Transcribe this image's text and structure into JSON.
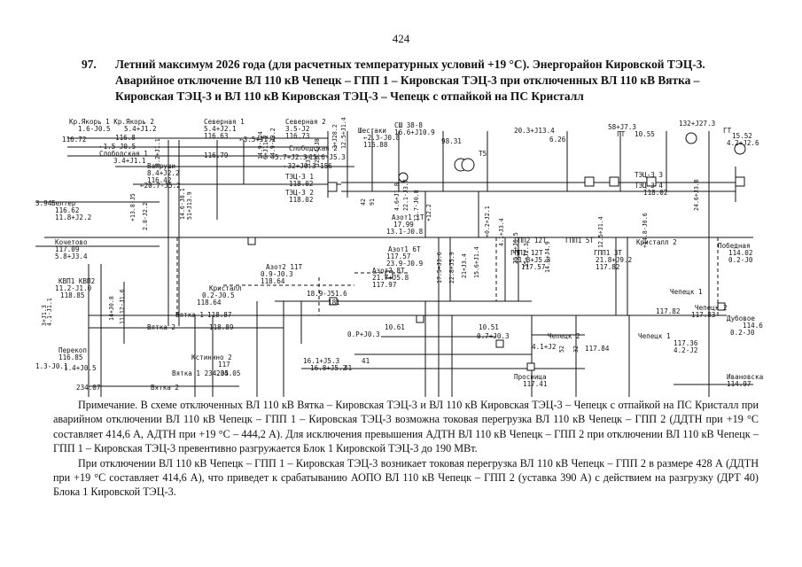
{
  "page_number": "424",
  "heading": {
    "number": "97.",
    "text": "Летний максимум 2026 года (для расчетных температурных условий +19 °С). Энергорайон Кировской ТЭЦ-3. Аварийное отключение ВЛ 110 кВ Чепецк – ГПП 1 – Кировская ТЭЦ-3 при отключенных ВЛ 110 кВ Вятка – Кировская ТЭЦ-3 и ВЛ 110 кВ Кировская ТЭЦ-3 – Чепецк с отпайкой на ПС Кристалл"
  },
  "scheme": {
    "node_labels": [
      {
        "id": "kr-yakor",
        "text": "Кр.Якорь 1 Кр.Якорь 2"
      },
      {
        "id": "kr-yakor-a",
        "text": "1.6-J0.5"
      },
      {
        "id": "kr-yakor-b",
        "text": "5.4+J1.2"
      },
      {
        "id": "kr-yakor-v",
        "text": "116.72"
      },
      {
        "id": "kr-yakor-g",
        "text": "116.8"
      },
      {
        "id": "sevyaz",
        "text": "Северная 1"
      },
      {
        "id": "sev-a",
        "text": "5.4+J2.1"
      },
      {
        "id": "sev-b",
        "text": "116.63"
      },
      {
        "id": "sev-c",
        "text": "←3.5+J1.2"
      },
      {
        "id": "sev2",
        "text": "Северная 2"
      },
      {
        "id": "sev2-a",
        "text": "3.5-J2"
      },
      {
        "id": "sev2-b",
        "text": "116.73"
      },
      {
        "id": "shest",
        "text": "Шестаки"
      },
      {
        "id": "shest-a",
        "text": "←2.3-J0.8"
      },
      {
        "id": "shest-b",
        "text": "116.88"
      },
      {
        "id": "flow1",
        "text": "←1.5-J0.5"
      },
      {
        "id": "slob1",
        "text": "Слободская 1"
      },
      {
        "id": "slob1-a",
        "text": "3.4+J1.1"
      },
      {
        "id": "slob1-b",
        "text": "116.79"
      },
      {
        "id": "slob2",
        "text": "Слободская 2"
      },
      {
        "id": "slob2-a",
        "text": "5.7+J2.3"
      },
      {
        "id": "slob2-b",
        "text": "←15.6-J5.3"
      },
      {
        "id": "kuz",
        "text": "Вахруши"
      },
      {
        "id": "kuz-a",
        "text": "8.4+J2.2"
      },
      {
        "id": "kuz-b",
        "text": "116.42"
      },
      {
        "id": "kuz-c",
        "text": "←20.7-J5.2"
      },
      {
        "id": "cx",
        "text": "СШ 38-8"
      },
      {
        "id": "cx-a",
        "text": "16.6+J10.9"
      },
      {
        "id": "cx-b",
        "text": "98.31"
      },
      {
        "id": "t-a",
        "text": "20.3+J13.4"
      },
      {
        "id": "t-b",
        "text": "6.26"
      },
      {
        "id": "t5",
        "text": "T5"
      },
      {
        "id": "gt",
        "text": "58+J7.3"
      },
      {
        "id": "gt-b",
        "text": "ГТ"
      },
      {
        "id": "gt-c",
        "text": "10.55"
      },
      {
        "id": "g6",
        "text": "132+J27.3"
      },
      {
        "id": "g6-b",
        "text": "ГТ"
      },
      {
        "id": "g6-c",
        "text": "15.52"
      },
      {
        "id": "g6-d",
        "text": "4.2+J2.6"
      },
      {
        "id": "tec3-1",
        "text": "ТЭЦ-3 1"
      },
      {
        "id": "tec3-1a",
        "text": "118.02"
      },
      {
        "id": "tec3-2",
        "text": "ТЭЦ-3 2"
      },
      {
        "id": "tec3-2a",
        "text": "118.02"
      },
      {
        "id": "tec3-3",
        "text": "ТЭЦ-3 3"
      },
      {
        "id": "tec3-4",
        "text": "ТЭЦ-3 4"
      },
      {
        "id": "tec3-4a",
        "text": "118.02"
      },
      {
        "id": "flow32",
        "text": "←32+J0.3 156"
      },
      {
        "id": "belt",
        "text": "Белтер"
      },
      {
        "id": "belt-a",
        "text": "116.62"
      },
      {
        "id": "belt-b",
        "text": "11.8+J2.2"
      },
      {
        "id": "l594",
        "text": "3.94"
      },
      {
        "id": "azot1",
        "text": "Азот1 1T"
      },
      {
        "id": "azot1-a",
        "text": "17.99"
      },
      {
        "id": "azot1-b",
        "text": "13.1-J0.8"
      },
      {
        "id": "kapr",
        "text": "Кочетово"
      },
      {
        "id": "kapr-a",
        "text": "117.09"
      },
      {
        "id": "kapr-b",
        "text": "5.8+J3.4"
      },
      {
        "id": "azot1s",
        "text": "Азот1 6T"
      },
      {
        "id": "azot1s-a",
        "text": "117.57"
      },
      {
        "id": "azot1s-b",
        "text": "23.9-J0.9"
      },
      {
        "id": "gpp2-12t",
        "text": "ГПП2 12T"
      },
      {
        "id": "gpp1-5t",
        "text": "ГПП1 5T"
      },
      {
        "id": "krist2",
        "text": "Кристалл 2"
      },
      {
        "id": "gpp2-12t-b",
        "text": "ГПП2 12T"
      },
      {
        "id": "gpp2-12t-c",
        "text": "21.8+J5.3"
      },
      {
        "id": "gpp2-12t-d",
        "text": "117.57"
      },
      {
        "id": "gpp1-2t",
        "text": "ГПП1 3T"
      },
      {
        "id": "gpp1-2t-b",
        "text": "21.8+J9.2"
      },
      {
        "id": "gpp1-2t-c",
        "text": "117.82"
      },
      {
        "id": "pobed",
        "text": "Победная"
      },
      {
        "id": "pobed-a",
        "text": "114.02"
      },
      {
        "id": "pobed-b",
        "text": "0.2-J0"
      },
      {
        "id": "azot2",
        "text": "Азот2 11T"
      },
      {
        "id": "azot2-a",
        "text": "0.9-J0.3"
      },
      {
        "id": "azot2-b",
        "text": "118.64"
      },
      {
        "id": "azot2s",
        "text": "Азот2 8T"
      },
      {
        "id": "azot2s-a",
        "text": "21.7+J5.8"
      },
      {
        "id": "azot2s-b",
        "text": "117.97"
      },
      {
        "id": "krist1",
        "text": "Кристалл"
      },
      {
        "id": "krist1-a",
        "text": "0.2-J0.5"
      },
      {
        "id": "krist1-b",
        "text": "118.64"
      },
      {
        "id": "kvp",
        "text": "КВП1 КВП2"
      },
      {
        "id": "kvp-a",
        "text": "11.2-J1.0"
      },
      {
        "id": "kvp-b",
        "text": "118.85"
      },
      {
        "id": "f189",
        "text": "18.9-J51.6"
      },
      {
        "id": "f181",
        "text": "181"
      },
      {
        "id": "vyat1",
        "text": "Вятка 1"
      },
      {
        "id": "vyat1-a",
        "text": "118.87"
      },
      {
        "id": "vyat2",
        "text": "Вятка 2"
      },
      {
        "id": "vyat2-a",
        "text": "118.89"
      },
      {
        "id": "chep1",
        "text": "Чепецк 1"
      },
      {
        "id": "chep1-a",
        "text": "117.82"
      },
      {
        "id": "chep2",
        "text": "Чепецк 2"
      },
      {
        "id": "chep2-a",
        "text": "117.83"
      },
      {
        "id": "duby",
        "text": "Дубовое"
      },
      {
        "id": "duby-a",
        "text": "114.6"
      },
      {
        "id": "duby-b",
        "text": "0.2-J0"
      },
      {
        "id": "pere",
        "text": "Перекоп"
      },
      {
        "id": "pere-a",
        "text": "116.85"
      },
      {
        "id": "pere-b",
        "text": "1.4+J0.5"
      },
      {
        "id": "l13",
        "text": "1.3-J0.1"
      },
      {
        "id": "kstin",
        "text": "Кстинино 2"
      },
      {
        "id": "kstin-a",
        "text": "117"
      },
      {
        "id": "kstin-b",
        "text": "234.05"
      },
      {
        "id": "vyatka1",
        "text": "Вятка 1 234.05"
      },
      {
        "id": "l234",
        "text": "234.07"
      },
      {
        "id": "vyatka2",
        "text": "Вятка 2"
      },
      {
        "id": "gp",
        "text": "0.P+J0.3"
      },
      {
        "id": "gp-a",
        "text": "10.61"
      },
      {
        "id": "g1051",
        "text": "10.51"
      },
      {
        "id": "g1051-a",
        "text": "0.7+J0.3"
      },
      {
        "id": "chep-2b",
        "text": "Чепецк 2"
      },
      {
        "id": "chep-2b-a",
        "text": "117.84"
      },
      {
        "id": "chep-2b-b",
        "text": "4.1+J2"
      },
      {
        "id": "chep-1b",
        "text": "Чепецк 1"
      },
      {
        "id": "chep-1b-a",
        "text": "117.36"
      },
      {
        "id": "chep-1b-b",
        "text": "4.2-J2"
      },
      {
        "id": "f161",
        "text": "16.1+J5.3"
      },
      {
        "id": "f161-a",
        "text": "41"
      },
      {
        "id": "f161-b",
        "text": "16.8+J5.2"
      },
      {
        "id": "f161-c",
        "text": "41"
      },
      {
        "id": "pros",
        "text": "Просница"
      },
      {
        "id": "pros-a",
        "text": "117.41"
      },
      {
        "id": "ivan",
        "text": "Ивановская"
      },
      {
        "id": "ivan-a",
        "text": "114.97"
      }
    ],
    "vertical_labels": [
      "3+J1.3",
      "4.1-J1.1",
      "14+J0.8",
      "11.12-J1.6",
      "+13.8-J5",
      "2.8-J2.2",
      "3.2+J1.1",
      "14.6-J8.1",
      "51+J13.9",
      "14.9-J24",
      "6+J11.2",
      "44.9-J3.2",
      "131",
      "J26.4+J8",
      "3+J28.2",
      "12.5+J1.4",
      "42",
      "91",
      "4.6+J1.8",
      "22.1-J3.7",
      "12.7-J0.8",
      "+12.2",
      "17.5+J3.6",
      "22.8+J5.9",
      "21+J3.4",
      "15.6+J1.4",
      "+0.2+J2.1",
      "4.1+J3.4",
      "25.5+J6.5",
      "25+J2.3",
      "14.9+J4.9",
      "52",
      "32",
      "12.5+J1.4",
      "+14.8-J0.6",
      "24.6+J3.8"
    ]
  },
  "notes": {
    "paragraph1": "Примечание. В схеме отключенных ВЛ 110 кВ Вятка – Кировская ТЭЦ-3 и ВЛ 110 кВ Кировская ТЭЦ-3 – Чепецк с отпайкой на ПС Кристалл при аварийном отключении ВЛ 110 кВ Чепецк – ГПП 1 – Кировская ТЭЦ-3 возможна токовая перегрузка ВЛ 110 кВ Чепецк – ГПП 2 (ДДТН при +19 °С составляет 414,6 А, АДТН при +19 °С – 444,2 А). Для исключения превышения АДТН ВЛ 110 кВ Чепецк – ГПП 2 при отключении ВЛ 110 кВ Чепецк – ГПП 1 – Кировская ТЭЦ-3 превентивно разгружается Блок 1 Кировской ТЭЦ-3 до 190 МВт.",
    "paragraph2": "При отключении ВЛ 110 кВ Чепецк – ГПП 1 – Кировская ТЭЦ-3 возникает токовая перегрузка ВЛ 110 кВ Чепецк – ГПП 2 в размере 428 А (ДДТН при +19 °С составляет 414,6 А), что приведет к срабатыванию АОПО ВЛ 110 кВ Чепецк – ГПП 2 (уставка 390 А) с действием на разгрузку (ДРТ 40) Блока 1 Кировской ТЭЦ-3."
  }
}
